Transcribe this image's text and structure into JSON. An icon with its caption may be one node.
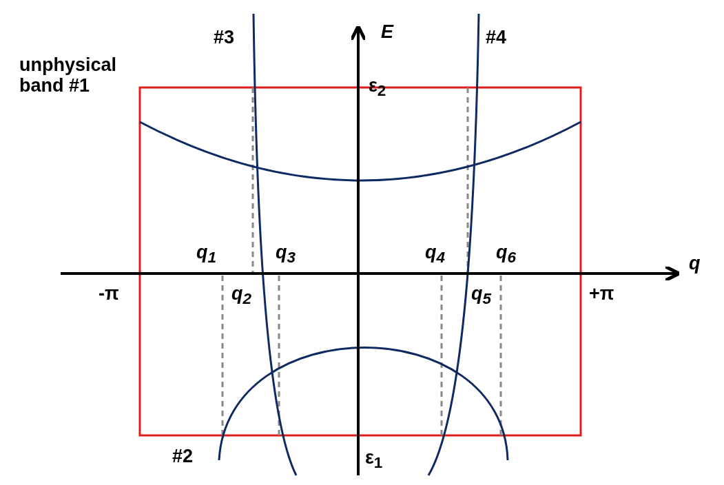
{
  "diagram": {
    "labels": [
      "#3",
      "E",
      "#4",
      "unphysical band #1",
      "ε$_{2}$",
      "q$_{1}$",
      "q$_{3}$",
      "q$_{4}$",
      "q$_{6}$",
      "q",
      "-π",
      "q$_{2}$",
      "q$_{5}$",
      "+π",
      "#2",
      "ε$_{1}$"
    ]
  }
}
